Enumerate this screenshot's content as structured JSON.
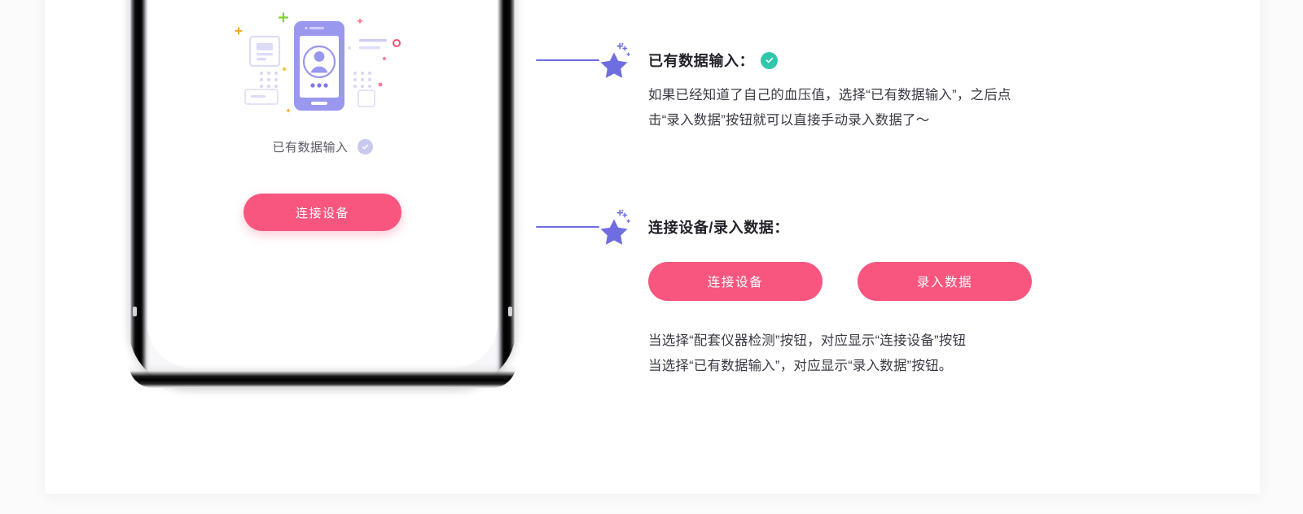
{
  "phone_mockup": {
    "option_label": "已有数据输入",
    "option_check_icon": "check-circle-icon",
    "cta_label": "连接设备",
    "illustration": {
      "name": "phone-with-user-avatar-illustration",
      "primary_color": "#9a97ef",
      "accent_green": "#7ed321",
      "accent_orange": "#f5a623",
      "accent_pink": "#fb4d72"
    }
  },
  "annotations": [
    {
      "marker_icon": "star-icon",
      "heading": "已有数据输入：",
      "heading_has_check": true,
      "check_icon": "check-circle-icon",
      "check_color": "#2fc7ac",
      "body_lines": [
        "如果已经知道了自己的血压值，选择“已有数据输入”，之后点",
        "击“录入数据”按钮就可以直接手动录入数据了～"
      ]
    },
    {
      "marker_icon": "star-icon",
      "heading": "连接设备/录入数据：",
      "heading_has_check": false,
      "buttons": [
        {
          "label": "连接设备"
        },
        {
          "label": "录入数据"
        }
      ],
      "body_lines": [
        "当选择“配套仪器检测”按钮，对应显示“连接设备”按钮",
        "当选择“已有数据输入”，对应显示“录入数据”按钮。"
      ]
    }
  ],
  "colors": {
    "accent_pink": "#f9567f",
    "accent_purple": "#6f6ee0",
    "accent_teal": "#2fc7ac",
    "card_background": "#ffffff",
    "page_background": "#fbfbfb"
  }
}
